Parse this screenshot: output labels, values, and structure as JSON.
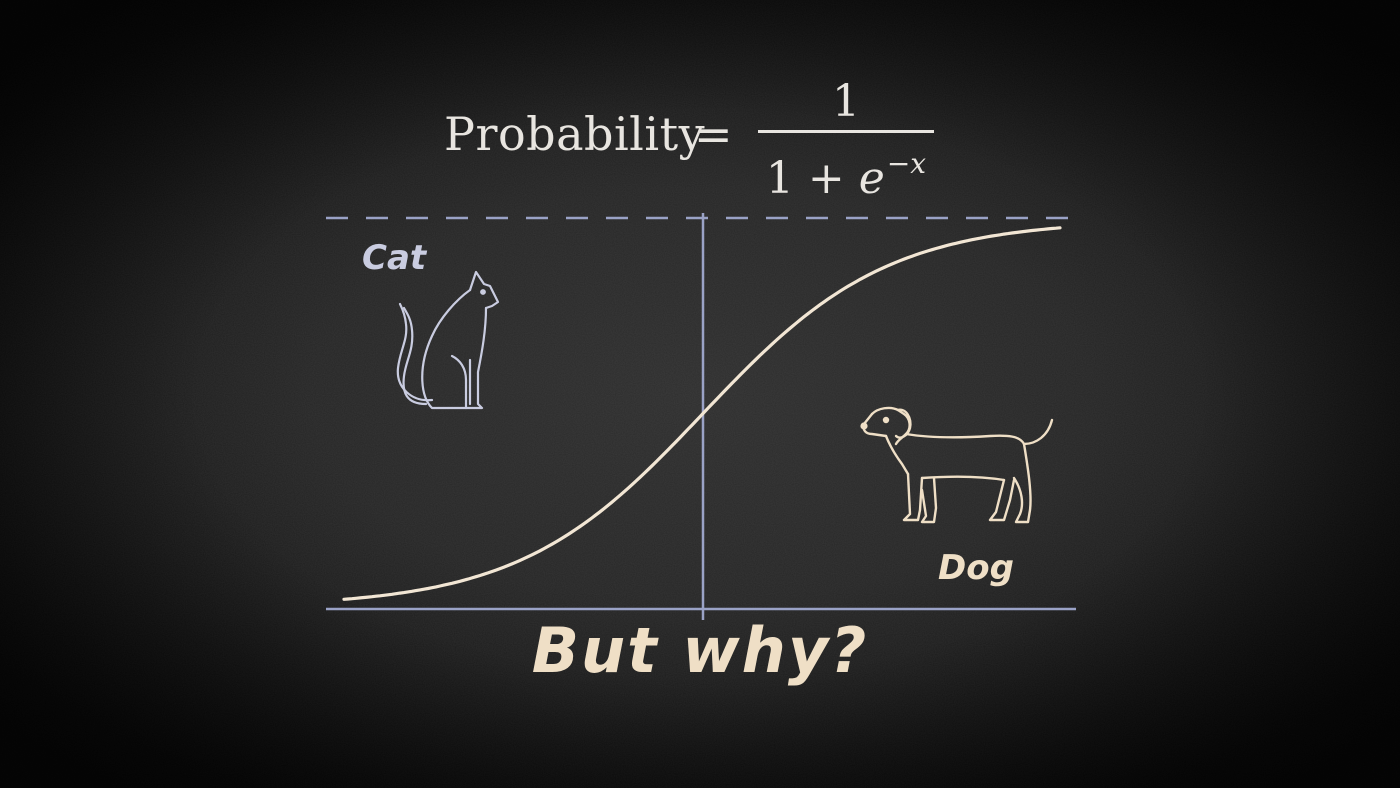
{
  "formula": {
    "lhs": "Probability",
    "equals": "=",
    "numerator": "1",
    "denominator_base": "1 + ",
    "denominator_e": "e",
    "denominator_exponent": "−x"
  },
  "labels": {
    "cat": "Cat",
    "dog": "Dog",
    "question": "But why?"
  },
  "colors": {
    "background": "#262626",
    "chalk_white": "#e8e5e0",
    "axis_blue": "#9aa2c6",
    "cat_color": "#c9cce0",
    "dog_color": "#efdfc6",
    "curve": "#f2e6d4"
  },
  "icons": {
    "cat": "cat-icon",
    "dog": "dog-icon"
  }
}
